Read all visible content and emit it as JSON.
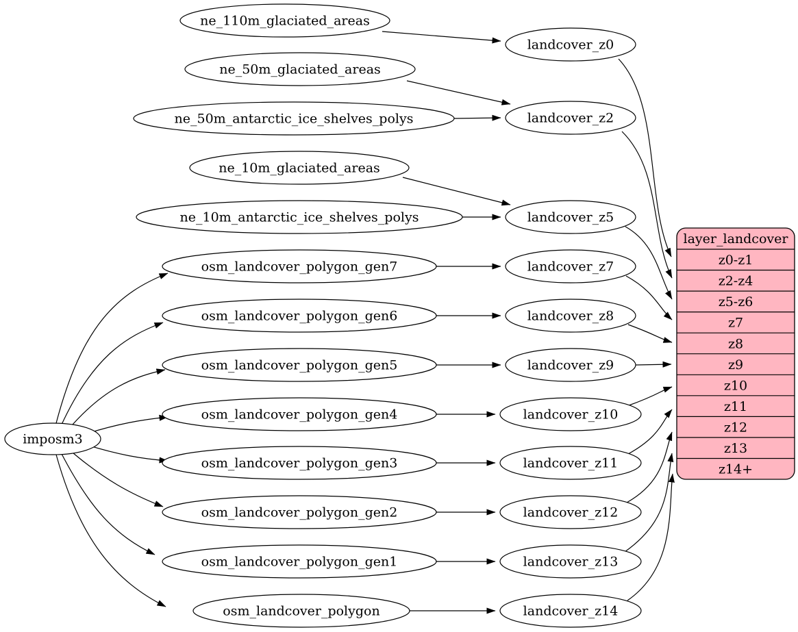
{
  "diagram": {
    "kind": "graphviz-flow",
    "background_color": "#ffffff",
    "node_fill": "#ffffff",
    "edge_color": "#000000",
    "table_fill": "#ffb6c1",
    "importer": "imposm3",
    "sources": [
      "ne_110m_glaciated_areas",
      "ne_50m_glaciated_areas",
      "ne_50m_antarctic_ice_shelves_polys",
      "ne_10m_glaciated_areas",
      "ne_10m_antarctic_ice_shelves_polys",
      "osm_landcover_polygon_gen7",
      "osm_landcover_polygon_gen6",
      "osm_landcover_polygon_gen5",
      "osm_landcover_polygon_gen4",
      "osm_landcover_polygon_gen3",
      "osm_landcover_polygon_gen2",
      "osm_landcover_polygon_gen1",
      "osm_landcover_polygon"
    ],
    "views": [
      "landcover_z0",
      "landcover_z2",
      "landcover_z5",
      "landcover_z7",
      "landcover_z8",
      "landcover_z9",
      "landcover_z10",
      "landcover_z11",
      "landcover_z12",
      "landcover_z13",
      "landcover_z14"
    ],
    "table": {
      "title": "layer_landcover",
      "rows": [
        "z0-z1",
        "z2-z4",
        "z5-z6",
        "z7",
        "z8",
        "z9",
        "z10",
        "z11",
        "z12",
        "z13",
        "z14+"
      ]
    },
    "edges": [
      "ne_110m_glaciated_areas -> landcover_z0",
      "ne_50m_glaciated_areas -> landcover_z2",
      "ne_50m_antarctic_ice_shelves_polys -> landcover_z2",
      "ne_10m_glaciated_areas -> landcover_z5",
      "ne_10m_antarctic_ice_shelves_polys -> landcover_z5",
      "imposm3 -> osm_landcover_polygon_gen7",
      "imposm3 -> osm_landcover_polygon_gen6",
      "imposm3 -> osm_landcover_polygon_gen5",
      "imposm3 -> osm_landcover_polygon_gen4",
      "imposm3 -> osm_landcover_polygon_gen3",
      "imposm3 -> osm_landcover_polygon_gen2",
      "imposm3 -> osm_landcover_polygon_gen1",
      "imposm3 -> osm_landcover_polygon",
      "osm_landcover_polygon_gen7 -> landcover_z7",
      "osm_landcover_polygon_gen6 -> landcover_z8",
      "osm_landcover_polygon_gen5 -> landcover_z9",
      "osm_landcover_polygon_gen4 -> landcover_z10",
      "osm_landcover_polygon_gen3 -> landcover_z11",
      "osm_landcover_polygon_gen2 -> landcover_z12",
      "osm_landcover_polygon_gen1 -> landcover_z13",
      "osm_landcover_polygon -> landcover_z14",
      "landcover_z0 -> layer_landcover:z0-z1",
      "landcover_z2 -> layer_landcover:z2-z4",
      "landcover_z5 -> layer_landcover:z5-z6",
      "landcover_z7 -> layer_landcover:z7",
      "landcover_z8 -> layer_landcover:z8",
      "landcover_z9 -> layer_landcover:z9",
      "landcover_z10 -> layer_landcover:z10",
      "landcover_z11 -> layer_landcover:z11",
      "landcover_z12 -> layer_landcover:z12",
      "landcover_z13 -> layer_landcover:z13",
      "landcover_z14 -> layer_landcover:z14+"
    ]
  }
}
